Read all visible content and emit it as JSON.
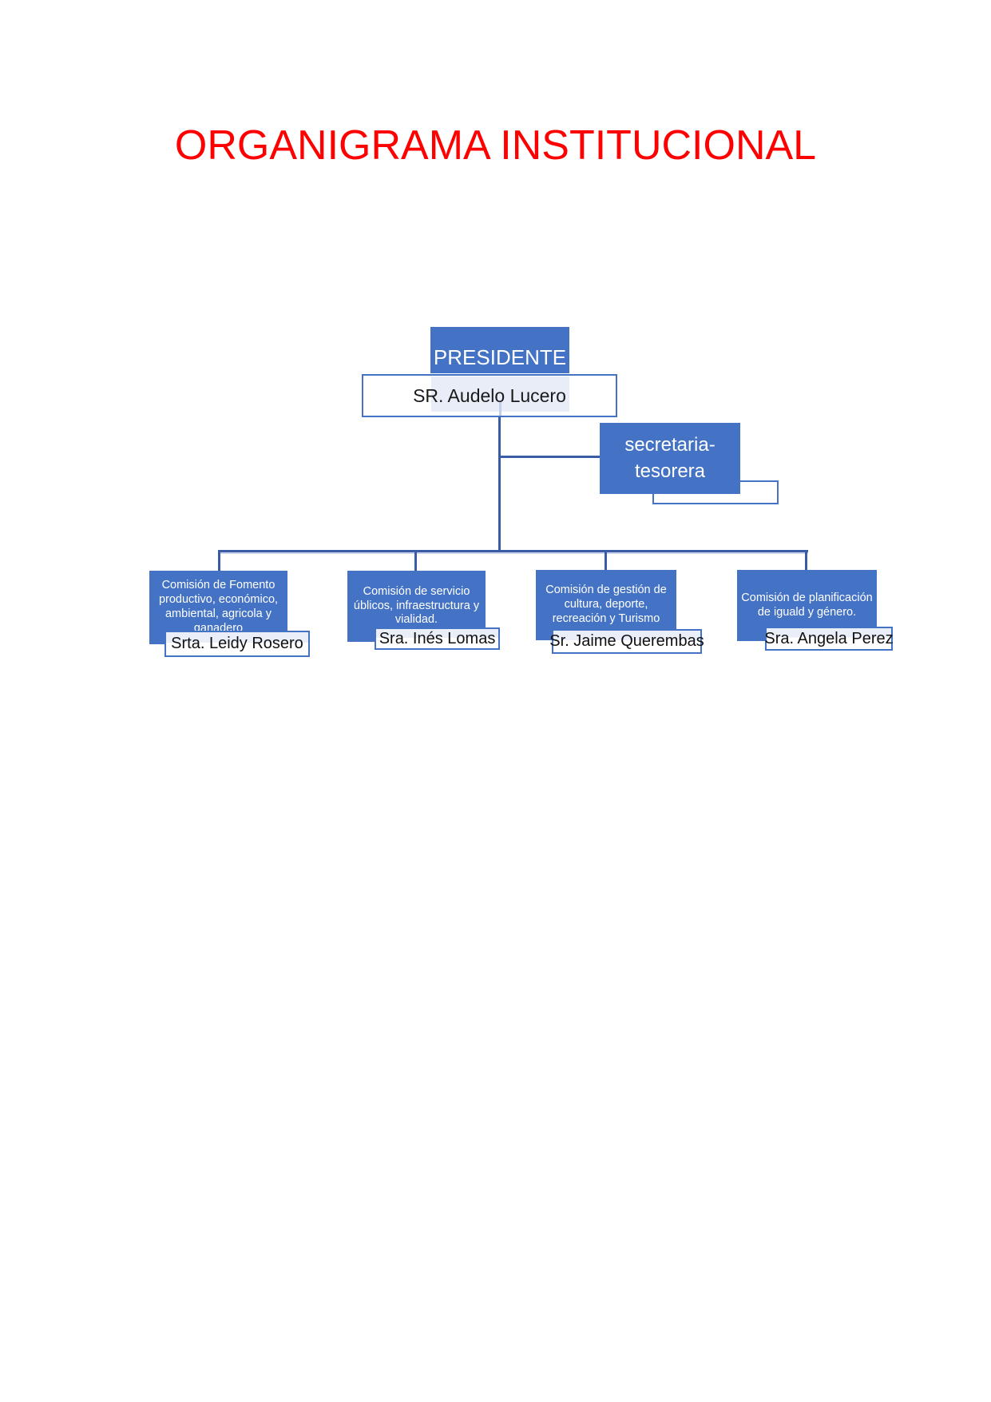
{
  "title": "ORGANIGRAMA INSTITUCIONAL",
  "colors": {
    "accent_blue": "#4472C4",
    "connector_blue": "#3A5CA5",
    "ghost_blue": "#E8EDF8",
    "title_red": "#FF0000"
  },
  "org": {
    "president": {
      "role": "PRESIDENTE",
      "name": "SR. Audelo Lucero"
    },
    "secretary": {
      "role": "secretaria-\ntesorera"
    },
    "commissions": [
      {
        "label": "Comisión de Fomento\nproductivo, económico,\nambiental, agricola y\nganadero",
        "member": "Srta. Leidy Rosero"
      },
      {
        "label": "Comisión de servicio\núblicos, infraestructura y\nvialidad.",
        "member": "Sra. Inés Lomas"
      },
      {
        "label": "Comisión de gestión de\ncultura, deporte,\nrecreación y Turismo",
        "member": "Sr. Jaime Querembas"
      },
      {
        "label": "Comisión de planificación\nde iguald y género.",
        "member": "Sra. Angela Perez"
      }
    ]
  }
}
